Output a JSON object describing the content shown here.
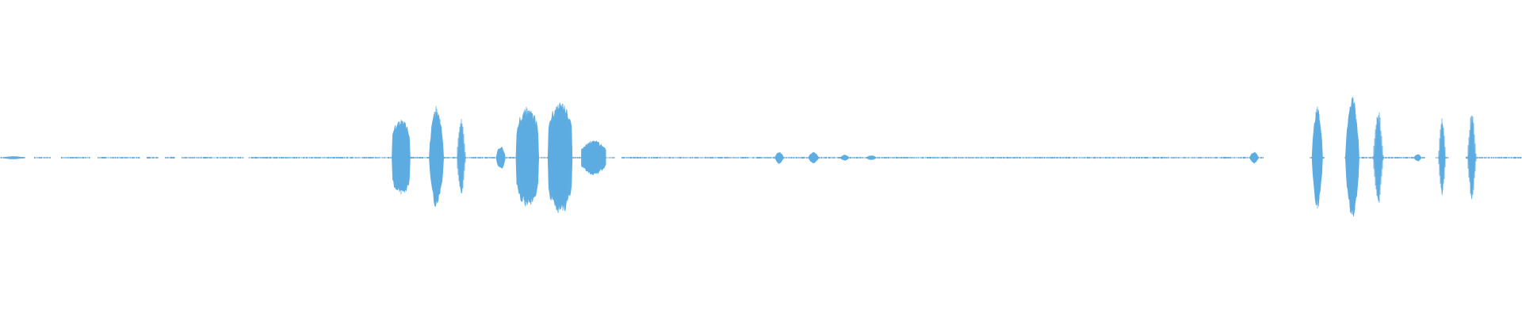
{
  "waveform": {
    "color": "#5dade2",
    "baseline_amplitude": 0.012,
    "segments": [
      {
        "start_fraction": 0.0015,
        "end_fraction": 0.016,
        "amplitude": 0.018,
        "shape": "blip"
      },
      {
        "start_fraction": 0.2575,
        "end_fraction": 0.2695,
        "amplitude": 0.53,
        "shape": "block"
      },
      {
        "start_fraction": 0.282,
        "end_fraction": 0.2915,
        "amplitude": 0.7,
        "shape": "spindle"
      },
      {
        "start_fraction": 0.3,
        "end_fraction": 0.306,
        "amplitude": 0.55,
        "shape": "spike"
      },
      {
        "start_fraction": 0.326,
        "end_fraction": 0.332,
        "amplitude": 0.16,
        "shape": "spindle"
      },
      {
        "start_fraction": 0.339,
        "end_fraction": 0.354,
        "amplitude": 0.68,
        "shape": "block"
      },
      {
        "start_fraction": 0.36,
        "end_fraction": 0.376,
        "amplitude": 0.78,
        "shape": "block"
      },
      {
        "start_fraction": 0.382,
        "end_fraction": 0.398,
        "amplitude": 0.24,
        "shape": "noise"
      },
      {
        "start_fraction": 0.509,
        "end_fraction": 0.515,
        "amplitude": 0.08,
        "shape": "blip"
      },
      {
        "start_fraction": 0.531,
        "end_fraction": 0.538,
        "amplitude": 0.08,
        "shape": "blip"
      },
      {
        "start_fraction": 0.552,
        "end_fraction": 0.558,
        "amplitude": 0.04,
        "shape": "blip"
      },
      {
        "start_fraction": 0.569,
        "end_fraction": 0.576,
        "amplitude": 0.03,
        "shape": "blip"
      },
      {
        "start_fraction": 0.821,
        "end_fraction": 0.827,
        "amplitude": 0.08,
        "shape": "blip"
      },
      {
        "start_fraction": 0.862,
        "end_fraction": 0.869,
        "amplitude": 0.7,
        "shape": "spindle"
      },
      {
        "start_fraction": 0.884,
        "end_fraction": 0.893,
        "amplitude": 0.84,
        "shape": "spindle"
      },
      {
        "start_fraction": 0.902,
        "end_fraction": 0.909,
        "amplitude": 0.63,
        "shape": "spike"
      },
      {
        "start_fraction": 0.929,
        "end_fraction": 0.934,
        "amplitude": 0.05,
        "shape": "blip"
      },
      {
        "start_fraction": 0.945,
        "end_fraction": 0.95,
        "amplitude": 0.52,
        "shape": "spike"
      },
      {
        "start_fraction": 0.964,
        "end_fraction": 0.97,
        "amplitude": 0.58,
        "shape": "spike"
      }
    ],
    "gaps": [
      [
        0.0165,
        0.022
      ],
      [
        0.033,
        0.04
      ],
      [
        0.059,
        0.064
      ],
      [
        0.092,
        0.096
      ],
      [
        0.104,
        0.108
      ],
      [
        0.115,
        0.119
      ],
      [
        0.16,
        0.163
      ],
      [
        0.404,
        0.408
      ],
      [
        0.83,
        0.84
      ],
      [
        0.84,
        0.86
      ],
      [
        0.87,
        0.883
      ],
      [
        0.936,
        0.943
      ],
      [
        0.952,
        0.963
      ]
    ]
  }
}
